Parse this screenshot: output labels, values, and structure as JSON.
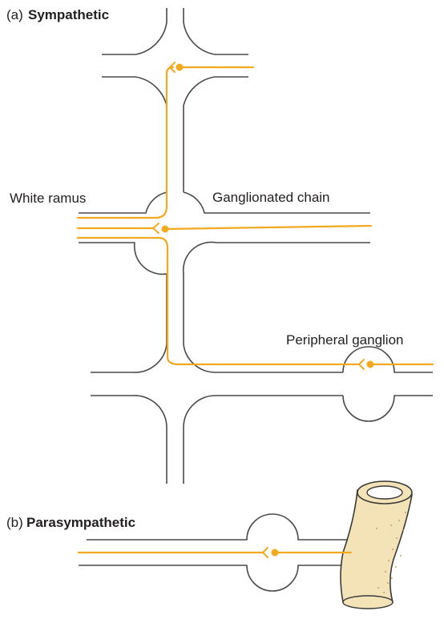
{
  "panel_a": {
    "letter": "(a)",
    "title": "Sympathetic",
    "white_ramus_label": "White ramus",
    "chain_label": "Ganglionated chain",
    "peripheral_label": "Peripheral ganglion"
  },
  "panel_b": {
    "letter": "(b)",
    "title": "Parasympathetic"
  },
  "colors": {
    "fiber": "#f2a91d",
    "nerve_outline": "#4a4a4a",
    "organ_fill": "#f3e3b6",
    "organ_stroke": "#3a3a3a"
  }
}
